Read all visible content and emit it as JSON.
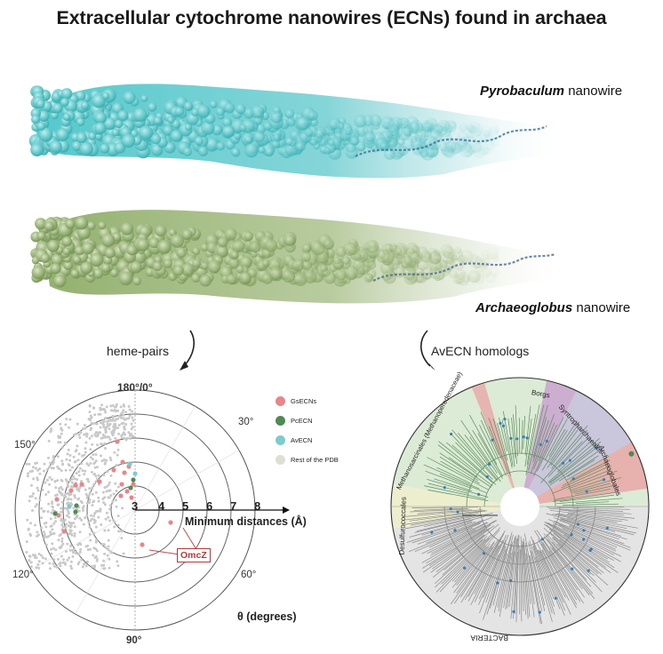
{
  "title": "Extracellular cytochrome nanowires (ECNs) found in archaea",
  "nanowires": [
    {
      "name_italic": "Pyrobaculum",
      "name_rest": " nanowire",
      "color": "#6fd6d8"
    },
    {
      "name_italic": "Archaeoglobus",
      "name_rest": " nanowire",
      "color": "#a7c285"
    }
  ],
  "arrows": {
    "left_label": "heme-pairs",
    "right_label": "AvECN homologs"
  },
  "polar_plot": {
    "angle_labels": [
      "180°/0°",
      "30°",
      "60°",
      "90°",
      "120°",
      "150°"
    ],
    "radial_ticks": [
      "3",
      "4",
      "5",
      "6",
      "7",
      "8"
    ],
    "radial_axis_label": "Minimum distances (Å)",
    "theta_label": "θ (degrees)",
    "callout": "OmcZ",
    "legend": [
      {
        "label": "GsECNs",
        "color": "#e8868a"
      },
      {
        "label": "PcECN",
        "color": "#4f8a56"
      },
      {
        "label": "AvECN",
        "color": "#7ecbcc"
      },
      {
        "label": "Rest of the PDB",
        "color": "#dcdfd2"
      }
    ]
  },
  "tree": {
    "clade_labels": [
      "Methanosarcinales (Methanoperedenaceae)",
      "Borgs",
      "Syntropharchaeales",
      "Archaeoglobales",
      "Desulfurococcales",
      "BACTERIA"
    ],
    "colors": {
      "archaea_bg": "#dcebd6",
      "borgs": "#c9a3cf",
      "syntroph": "#c7c0dd",
      "archaeo": "#e9a7a7",
      "desulfuro": "#efeecb",
      "bacteria_bg": "#e4e4e4",
      "branch": "#8a8a8a",
      "node": "#3a7fb8"
    }
  }
}
